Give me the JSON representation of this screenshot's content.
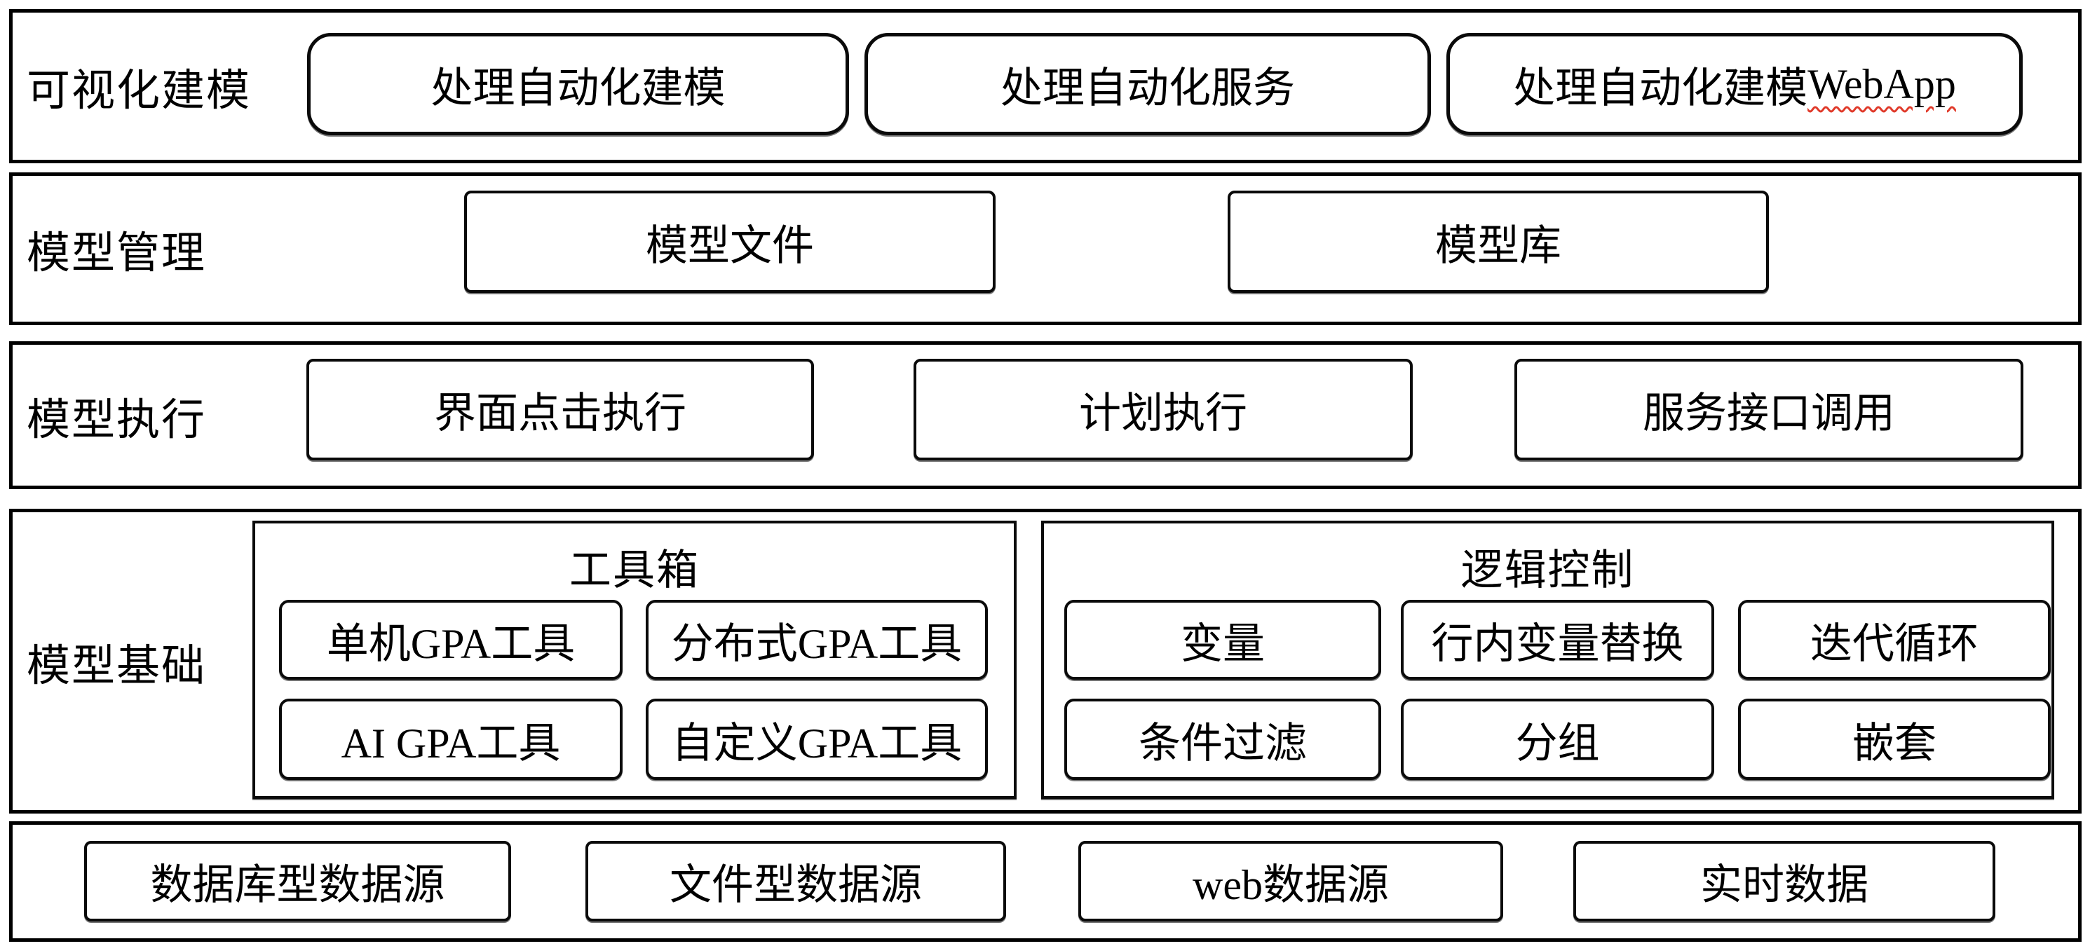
{
  "diagram": {
    "type": "layered-architecture",
    "colors": {
      "border": "#000000",
      "background": "#ffffff",
      "spellcheck_underline": "#e03a2a"
    },
    "layers": [
      {
        "label": "可视化建模",
        "items": [
          {
            "text": "处理自动化建模"
          },
          {
            "text": "处理自动化服务"
          },
          {
            "text": "处理自动化建模",
            "suffix": "WebApp",
            "suffix_spellchecked": true
          }
        ]
      },
      {
        "label": "模型管理",
        "items": [
          {
            "text": "模型文件"
          },
          {
            "text": "模型库"
          }
        ]
      },
      {
        "label": "模型执行",
        "items": [
          {
            "text": "界面点击执行"
          },
          {
            "text": "计划执行"
          },
          {
            "text": "服务接口调用"
          }
        ]
      },
      {
        "label": "模型基础",
        "groups": [
          {
            "title": "工具箱",
            "items": [
              {
                "text": "单机GPA工具"
              },
              {
                "text": "分布式GPA工具"
              },
              {
                "text": "AI GPA工具"
              },
              {
                "text": "自定义GPA工具"
              }
            ]
          },
          {
            "title": "逻辑控制",
            "items": [
              {
                "text": "变量"
              },
              {
                "text": "行内变量替换"
              },
              {
                "text": "迭代循环"
              },
              {
                "text": "条件过滤"
              },
              {
                "text": "分组"
              },
              {
                "text": "嵌套"
              }
            ]
          }
        ]
      },
      {
        "items": [
          {
            "text": "数据库型数据源"
          },
          {
            "text": "文件型数据源"
          },
          {
            "text": "web数据源"
          },
          {
            "text": "实时数据"
          }
        ]
      }
    ]
  }
}
